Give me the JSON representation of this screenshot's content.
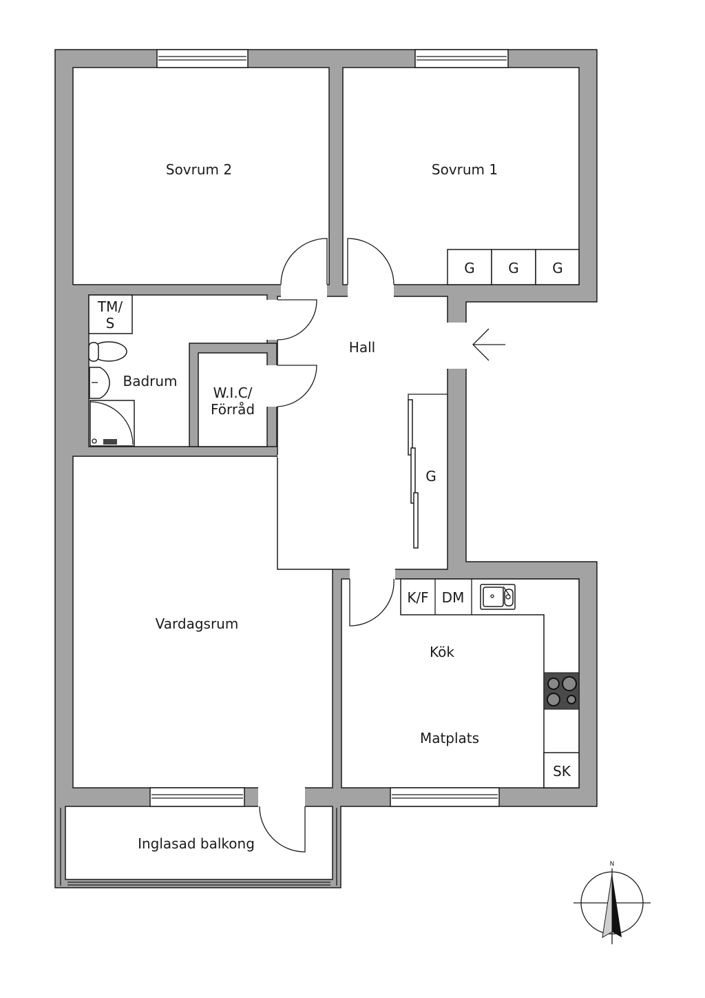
{
  "rooms": {
    "sovrum2": "Sovrum 2",
    "sovrum1": "Sovrum 1",
    "hall": "Hall",
    "badrum": "Badrum",
    "tm_s_line1": "TM/",
    "tm_s_line2": "S",
    "wic_line1": "W.I.C/",
    "wic_line2": "Förråd",
    "vardagsrum": "Vardagsrum",
    "kok": "Kök",
    "matplats": "Matplats",
    "balkong": "Inglasad balkong"
  },
  "fixtures": {
    "closet_labels": [
      "G",
      "G",
      "G"
    ],
    "hall_wardrobe": "G",
    "fridge_freezer": "K/F",
    "dishwasher": "DM",
    "cabinet": "SK"
  },
  "compass": {
    "north_label": "N"
  },
  "colors": {
    "wall": "#a3a3a3",
    "line": "#1a1a1a",
    "stove": "#4a4a4a"
  }
}
